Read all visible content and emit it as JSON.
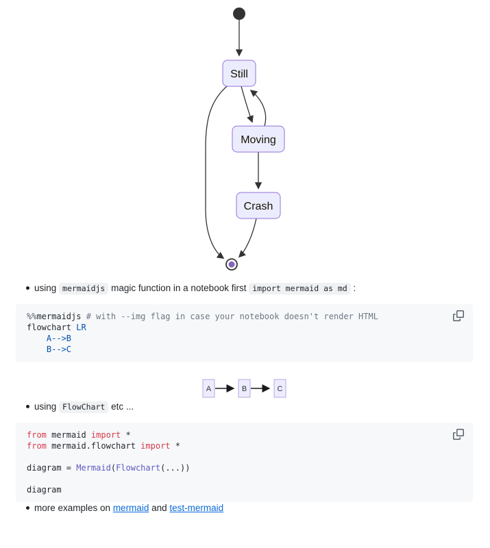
{
  "diagram": {
    "type": "state-diagram",
    "nodes": {
      "still": "Still",
      "moving": "Moving",
      "crash": "Crash"
    },
    "edges": [
      "start->Still",
      "Still->Moving",
      "Moving->Still",
      "Moving->Crash",
      "Still->end",
      "Crash->end"
    ],
    "colors": {
      "node_fill": "#ECECFF",
      "node_border": "#9370DB",
      "line": "#333333",
      "start_fill": "#333333",
      "end_inner": "#8465c2"
    }
  },
  "bullet1": {
    "pre": "using ",
    "code1": "mermaidjs",
    "mid": " magic function in a notebook first ",
    "code2": "import mermaid as md",
    "post": " :"
  },
  "code_block_1": {
    "copy_icon": "copy-icon",
    "lines": [
      [
        {
          "t": "%%",
          "c": "gray"
        },
        {
          "t": "mermaidjs ",
          "c": "plain"
        },
        {
          "t": "# with --img flag in case your notebook doesn't render HTML",
          "c": "comment"
        }
      ],
      [
        {
          "t": "flowchart ",
          "c": "plain"
        },
        {
          "t": "LR",
          "c": "blue"
        }
      ],
      [
        {
          "t": "    ",
          "c": "plain"
        },
        {
          "t": "A-->B",
          "c": "blue"
        }
      ],
      [
        {
          "t": "    ",
          "c": "plain"
        },
        {
          "t": "B-->C",
          "c": "blue"
        }
      ]
    ]
  },
  "mini_flowchart": {
    "nodes": {
      "a": "A",
      "b": "B",
      "c": "C"
    },
    "colors": {
      "node_fill": "#ECECFF",
      "node_border": "#b6a9dd",
      "arrow": "#1a1a1a"
    }
  },
  "bullet2": {
    "pre": "using ",
    "code1": "FlowChart",
    "post": " etc ..."
  },
  "code_block_2": {
    "copy_icon": "copy-icon",
    "lines": [
      [
        {
          "t": "from ",
          "c": "red"
        },
        {
          "t": "mermaid ",
          "c": "plain"
        },
        {
          "t": "import ",
          "c": "red"
        },
        {
          "t": "*",
          "c": "plain"
        }
      ],
      [
        {
          "t": "from ",
          "c": "red"
        },
        {
          "t": "mermaid.flowchart ",
          "c": "plain"
        },
        {
          "t": "import ",
          "c": "red"
        },
        {
          "t": "*",
          "c": "plain"
        }
      ],
      [],
      [
        {
          "t": "diagram = ",
          "c": "plain"
        },
        {
          "t": "Mermaid",
          "c": "purple"
        },
        {
          "t": "(",
          "c": "plain"
        },
        {
          "t": "Flowchart",
          "c": "purple"
        },
        {
          "t": "(...))",
          "c": "plain"
        }
      ],
      [],
      [
        {
          "t": "diagram",
          "c": "plain"
        }
      ]
    ]
  },
  "bullet3": {
    "pre": "more examples on ",
    "link1": "mermaid",
    "mid": " and ",
    "link2": "test-mermaid"
  }
}
